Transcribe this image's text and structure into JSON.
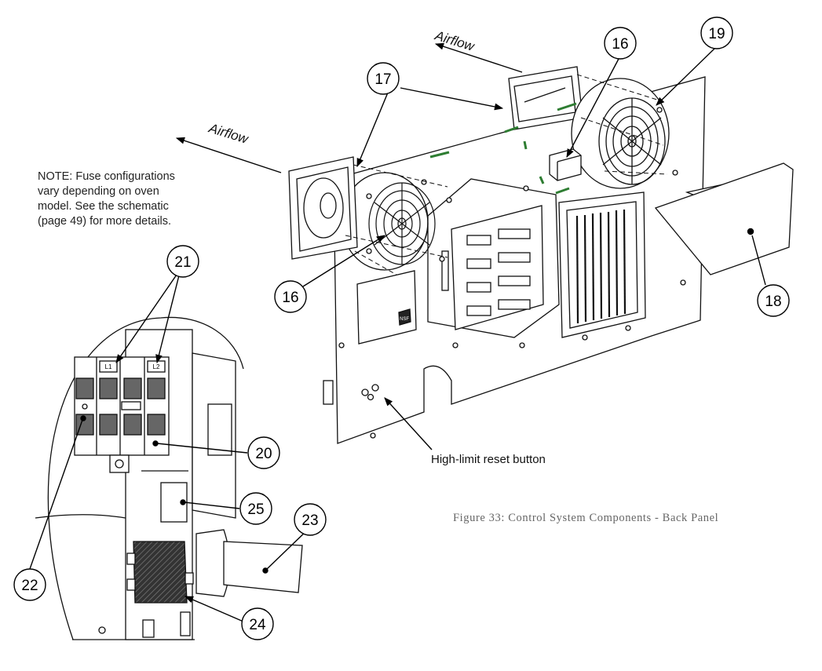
{
  "airflow_labels": [
    "Airflow",
    "Airflow"
  ],
  "note_lines": [
    "NOTE: Fuse configurations",
    "vary depending on oven",
    "model. See the schematic",
    "(page 49) for more details."
  ],
  "reset_label": "High-limit reset button",
  "caption": "Figure 33: Control System Components - Back Panel",
  "fuse_tags": [
    "L1",
    "L2"
  ],
  "badge_text": "NSF",
  "callouts": [
    "16",
    "16",
    "17",
    "18",
    "19",
    "20",
    "21",
    "22",
    "23",
    "24",
    "25"
  ]
}
